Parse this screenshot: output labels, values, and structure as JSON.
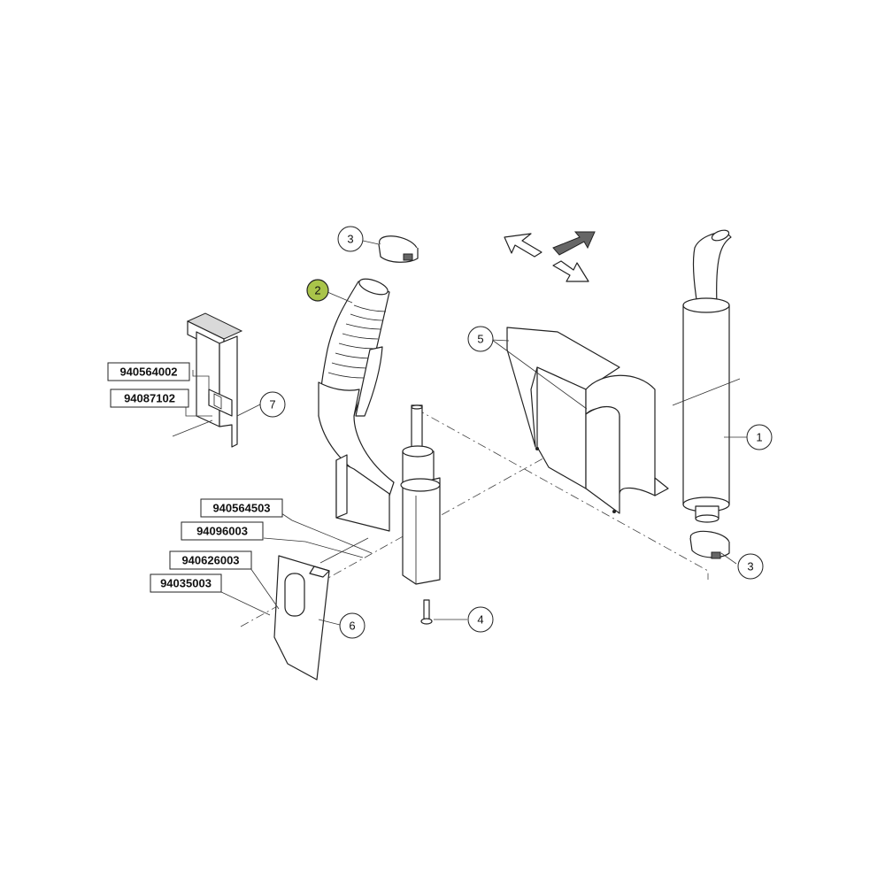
{
  "callouts": {
    "c1": "1",
    "c2": "2",
    "c3a": "3",
    "c3b": "3",
    "c4": "4",
    "c5": "5",
    "c6": "6",
    "c7": "7"
  },
  "part_numbers": {
    "p940564002": "940564002",
    "p94087102": "94087102",
    "p940564503": "940564503",
    "p94096003": "94096003",
    "p940626003": "940626003",
    "p94035003": "94035003"
  },
  "colors": {
    "highlight": "#a9c44a",
    "line": "#222222",
    "shade": "#d9d9d9"
  }
}
